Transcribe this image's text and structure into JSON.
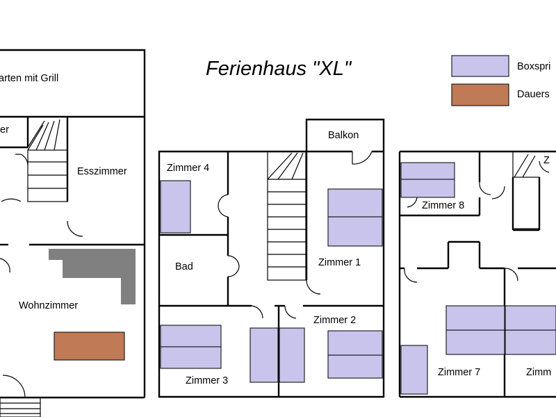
{
  "title": "Ferienhaus \"XL\"",
  "legend": [
    {
      "label": "Boxspri",
      "color": "#c9c4ec"
    },
    {
      "label": "Dauers",
      "color": "#c07a55"
    }
  ],
  "floor1": {
    "garden": "arten mit Grill",
    "small_room": "er",
    "dining": "Esszimmer",
    "living": "Wohnzimmer"
  },
  "floor2": {
    "balcony": "Balkon",
    "room4": "Zimmer 4",
    "bath": "Bad",
    "room1": "Zimmer 1",
    "room2": "Zimmer 2",
    "room3": "Zimmer 3"
  },
  "floor3": {
    "room8": "Zimmer 8",
    "room7": "Zimmer 7",
    "room_cut_top": "Z",
    "room_cut_bottom": "Zimm"
  }
}
